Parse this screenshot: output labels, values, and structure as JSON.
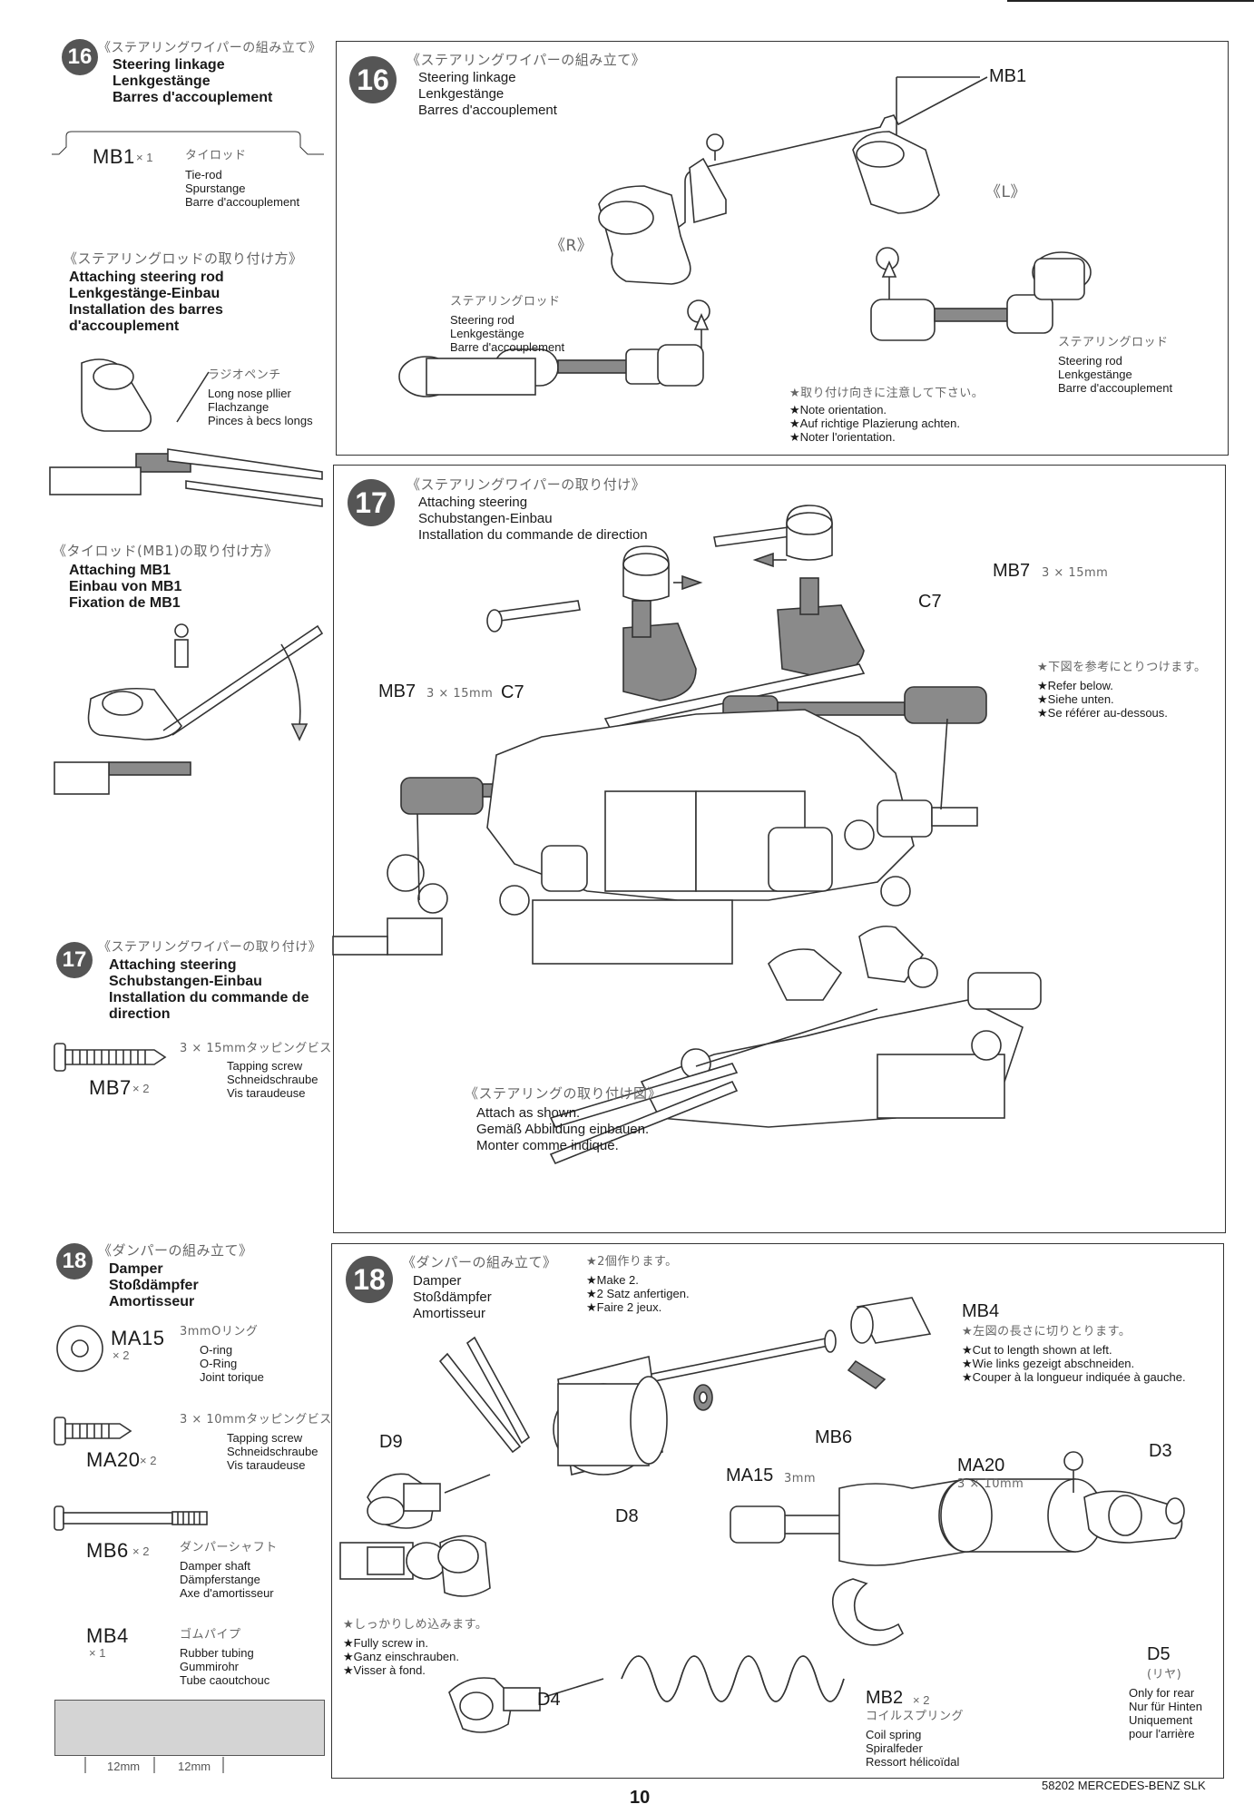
{
  "header_rule": true,
  "sidebar": {
    "step16": {
      "number": "16",
      "title_jp": "《ステアリングワイパーの組み立て》",
      "title_en": "Steering linkage",
      "title_de": "Lenkgestänge",
      "title_fr": "Barres d'accouplement",
      "part_code": "MB1",
      "part_qty": "× 1",
      "part_jp": "タイロッド",
      "part_en": "Tie-rod",
      "part_de": "Spurstange",
      "part_fr": "Barre d'accouplement",
      "rod_jp": "《ステアリングロッドの取り付け方》",
      "rod_en": "Attaching steering rod",
      "rod_de": "Lenkgestänge-Einbau",
      "rod_fr1": "Installation des barres",
      "rod_fr2": "d'accouplement",
      "plier_jp": "ラジオペンチ",
      "plier_en": "Long nose pllier",
      "plier_de": "Flachzange",
      "plier_fr": "Pinces à becs longs",
      "mb1_jp": "《タイロッド(MB1)の取り付け方》",
      "mb1_en": "Attaching MB1",
      "mb1_de": "Einbau von MB1",
      "mb1_fr": "Fixation de MB1"
    },
    "step17": {
      "number": "17",
      "title_jp": "《ステアリングワイパーの取り付け》",
      "title_en": "Attaching steering",
      "title_de": "Schubstangen-Einbau",
      "title_fr1": "Installation du commande de",
      "title_fr2": "direction",
      "screw_spec_jp": "3 × 15mmタッピングビス",
      "screw_en": "Tapping screw",
      "screw_de": "Schneidschraube",
      "screw_fr": "Vis taraudeuse",
      "part_code": "MB7",
      "part_qty": "× 2"
    },
    "step18": {
      "number": "18",
      "title_jp": "《ダンパーの組み立て》",
      "title_en": "Damper",
      "title_de": "Stoßdämpfer",
      "title_fr": "Amortisseur",
      "ma15_code": "MA15",
      "ma15_qty": "× 2",
      "ma15_jp": "3mmOリング",
      "ma15_en": "O-ring",
      "ma15_de": "O-Ring",
      "ma15_fr": "Joint torique",
      "ma20_spec_jp": "3 × 10mmタッピングビス",
      "ma20_en": "Tapping screw",
      "ma20_de": "Schneidschraube",
      "ma20_fr": "Vis taraudeuse",
      "ma20_code": "MA20",
      "ma20_qty": "× 2",
      "mb6_code": "MB6",
      "mb6_qty": "× 2",
      "mb6_jp": "ダンパーシャフト",
      "mb6_en": "Damper shaft",
      "mb6_de": "Dämpferstange",
      "mb6_fr": "Axe d'amortisseur",
      "mb4_code": "MB4",
      "mb4_qty": "× 1",
      "mb4_jp": "ゴムパイプ",
      "mb4_en": "Rubber tubing",
      "mb4_de": "Gummirohr",
      "mb4_fr": "Tube caoutchouc",
      "dim1": "12mm",
      "dim2": "12mm"
    }
  },
  "panel16": {
    "number": "16",
    "title_jp": "《ステアリングワイパーの組み立て》",
    "title_en": "Steering linkage",
    "title_de": "Lenkgestänge",
    "title_fr": "Barres d'accouplement",
    "mb1": "MB1",
    "R": "《R》",
    "L": "《L》",
    "rod_left_jp": "ステアリングロッド",
    "rod_left_en": "Steering rod",
    "rod_left_de": "Lenkgestänge",
    "rod_left_fr": "Barre d'accouplement",
    "rod_right_jp": "ステアリングロッド",
    "rod_right_en": "Steering rod",
    "rod_right_de": "Lenkgestänge",
    "rod_right_fr": "Barre d'accouplement",
    "note_jp": "★取り付け向きに注意して下さい。",
    "note_en": "★Note orientation.",
    "note_de": "★Auf richtige Plazierung achten.",
    "note_fr": "★Noter l'orientation."
  },
  "panel17": {
    "number": "17",
    "title_jp": "《ステアリングワイパーの取り付け》",
    "title_en": "Attaching steering",
    "title_de": "Schubstangen-Einbau",
    "title_fr": "Installation du commande de direction",
    "mb7_right": "MB7",
    "mb7_right_spec": "3 × 15mm",
    "mb7_left": "MB7",
    "mb7_left_spec": "3 × 15mm",
    "c7_right": "C7",
    "c7_left": "C7",
    "ref_jp": "★下図を参考にとりつけます。",
    "ref_en": "★Refer below.",
    "ref_de": "★Siehe unten.",
    "ref_fr": "★Se référer au-dessous.",
    "shown_jp": "《ステアリングの取り付け図》",
    "shown_en": "Attach as shown.",
    "shown_de": "Gemäß Abbildung einbauen.",
    "shown_fr": "Monter comme indiqué."
  },
  "panel18": {
    "number": "18",
    "title_jp": "《ダンパーの組み立て》",
    "title_en": "Damper",
    "title_de": "Stoßdämpfer",
    "title_fr": "Amortisseur",
    "make_jp": "★2個作ります。",
    "make_en": "★Make 2.",
    "make_de": "★2 Satz anfertigen.",
    "make_fr": "★Faire 2 jeux.",
    "mb4": "MB4",
    "cut_jp": "★左図の長さに切りとります。",
    "cut_en": "★Cut to length shown at left.",
    "cut_de": "★Wie links gezeigt abschneiden.",
    "cut_fr": "★Couper à la longueur indiquée à gauche.",
    "d9": "D9",
    "d8": "D8",
    "ma15": "MA15",
    "ma15_spec": "3mm",
    "mb6": "MB6",
    "ma20": "MA20",
    "ma20_spec": "3 × 10mm",
    "d3": "D3",
    "d4": "D4",
    "screw_jp": "★しっかりしめ込みます。",
    "screw_en": "★Fully screw in.",
    "screw_de": "★Ganz einschrauben.",
    "screw_fr": "★Visser à fond.",
    "mb2": "MB2",
    "mb2_qty": "× 2",
    "mb2_jp": "コイルスプリング",
    "mb2_en": "Coil spring",
    "mb2_de": "Spiralfeder",
    "mb2_fr": "Ressort hélicoïdal",
    "d5": "D5",
    "d5_jp": "(リヤ)",
    "d5_en": "Only for rear",
    "d5_de": "Nur für Hinten",
    "d5_fr1": "Uniquement",
    "d5_fr2": "pour l'arrière"
  },
  "footer": {
    "page_number": "10",
    "product": "58202 MERCEDES-BENZ SLK"
  }
}
